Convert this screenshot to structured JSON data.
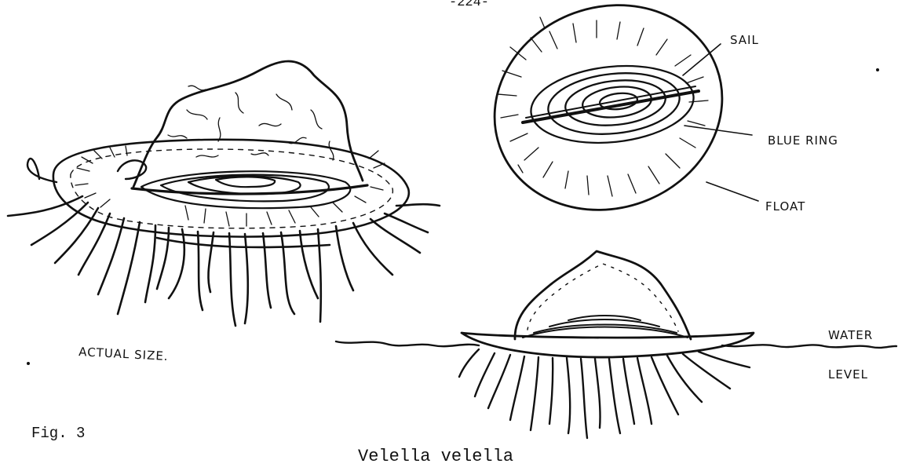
{
  "page_number": "-224-",
  "figure_label": "Fig. 3",
  "species_name": "Velella velella",
  "labels": {
    "actual_size": "ACTUAL SIZE.",
    "sail": "SAIL",
    "blue_ring": "BLUE RING",
    "float": "FLOAT",
    "water": "WATER",
    "level": "LEVEL"
  }
}
